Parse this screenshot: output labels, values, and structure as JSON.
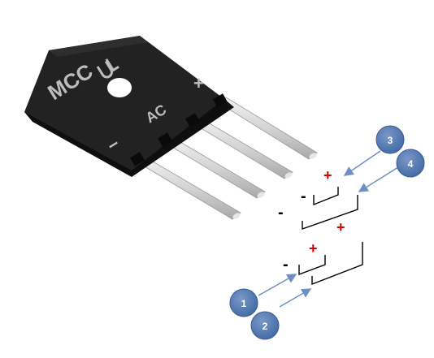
{
  "component": {
    "brand_text": "MCC",
    "logo_mark": "UL-mark",
    "terminal_plus": "+",
    "terminal_ac": "AC",
    "terminal_minus": "−",
    "colors": {
      "body": "#1c1c1c",
      "leads": "#d6d6d6",
      "print": "#bdbdbd"
    }
  },
  "markers": {
    "plus": "+",
    "minus": "-",
    "plus_color": "#e00000",
    "minus_color": "#000000"
  },
  "callouts": [
    {
      "number": "1"
    },
    {
      "number": "2"
    },
    {
      "number": "3"
    },
    {
      "number": "4"
    }
  ],
  "callout_color": "#4f73a8",
  "arrow_color": "#6f8fc4"
}
